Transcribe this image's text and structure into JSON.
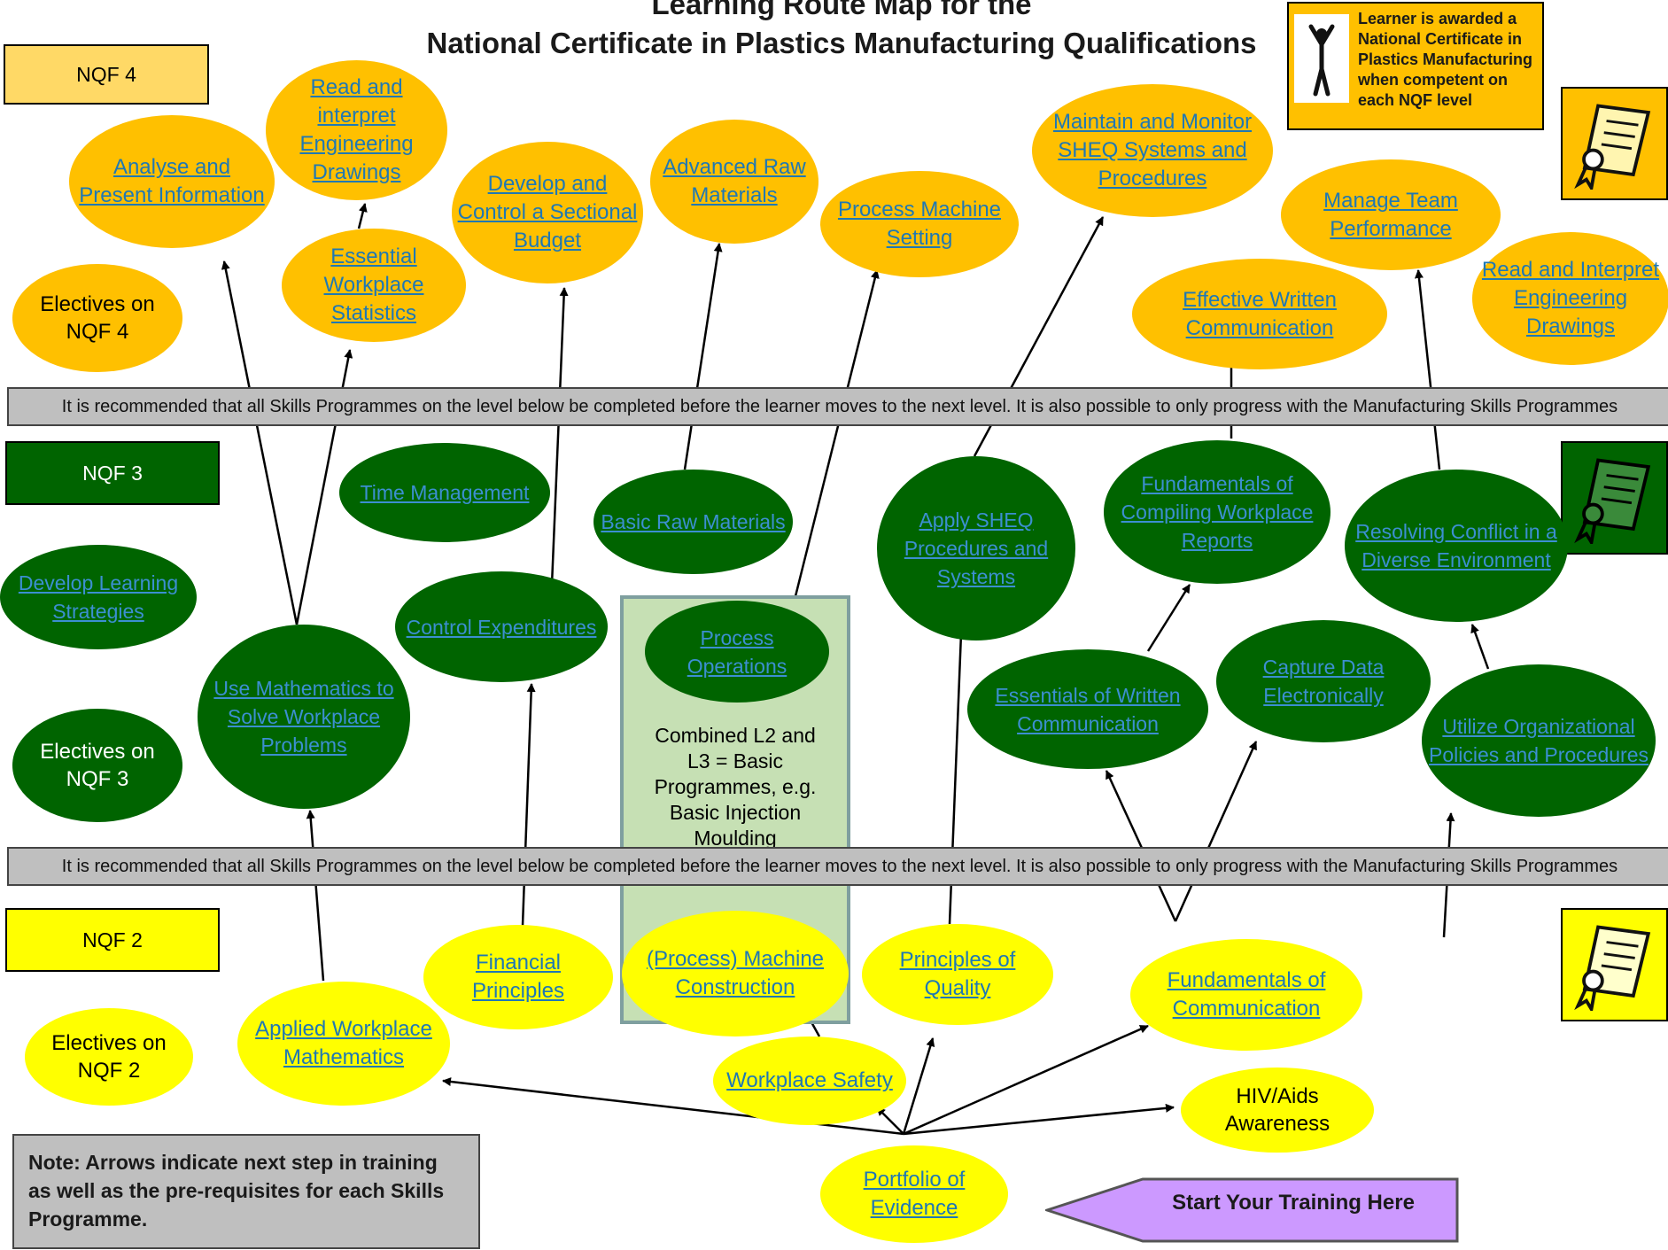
{
  "title": {
    "line1": "Learning Route Map for the",
    "line2": "National Certificate in Plastics Manufacturing Qualifications"
  },
  "award_box": {
    "text": "Learner is awarded a National Certificate in Plastics Manufacturing when competent on each NQF level",
    "icon": "person-arms-raised-icon"
  },
  "colors": {
    "nqf4": "#ffc000",
    "nqf3": "#006400",
    "nqf2": "#ffff00",
    "band": "#bfbfbf",
    "start": "#cc99ff",
    "combined": "#c6e0b4"
  },
  "levels": {
    "nqf4": "NQF 4",
    "nqf3": "NQF 3",
    "nqf2": "NQF 2"
  },
  "band_text": "It is recommended that all Skills Programmes on the level below be completed before the learner moves to the next level.  It is also possible to only progress with the Manufacturing Skills Programmes",
  "nqf4_nodes": {
    "analyse": "Analyse and Present Information",
    "read_interpret": "Read and interpret Engineering Drawings",
    "essential_stats": "Essential Workplace Statistics",
    "budget": "Develop and Control a Sectional Budget",
    "adv_raw": "Advanced Raw Materials",
    "machine_setting": "Process Machine Setting",
    "sheq": "Maintain and Monitor SHEQ Systems and Procedures",
    "team": "Manage Team Performance",
    "written": "Effective Written Communication",
    "read_interpret2": "Read and Interpret Engineering Drawings",
    "electives": "Electives on NQF 4"
  },
  "nqf3_nodes": {
    "time": "Time Management",
    "basic_raw": "Basic Raw Materials",
    "learning": "Develop Learning Strategies",
    "expenditures": "Control Expenditures",
    "math": "Use Mathematics to Solve Workplace Problems",
    "process_ops": "Process Operations",
    "apply_sheq": "Apply SHEQ Procedures and Systems",
    "reports": "Fundamentals of Compiling Workplace Reports",
    "conflict": "Resolving Conflict in a Diverse Environment",
    "essentials_written": "Essentials of Written Communication",
    "capture": "Capture Data Electronically",
    "utilize": "Utilize Organizational Policies and Procedures",
    "electives": "Electives on NQF 3"
  },
  "combined_text": "Combined L2 and L3 = Basic Programmes, e.g. Basic Injection Moulding",
  "nqf2_nodes": {
    "financial": "Financial Principles",
    "machine_construction": "(Process) Machine Construction",
    "quality": "Principles of Quality",
    "fundamentals_comm": "Fundamentals of Communication",
    "applied_math": "Applied Workplace Mathematics",
    "safety": "Workplace Safety",
    "hiv": "HIV/Aids Awareness",
    "portfolio": "Portfolio of Evidence",
    "electives": "Electives on NQF 2"
  },
  "note": "Note:  Arrows indicate next step in training as well as the pre-requisites for each Skills Programme.",
  "start": "Start Your Training Here",
  "certificate_icon": "certificate-scroll-icon"
}
